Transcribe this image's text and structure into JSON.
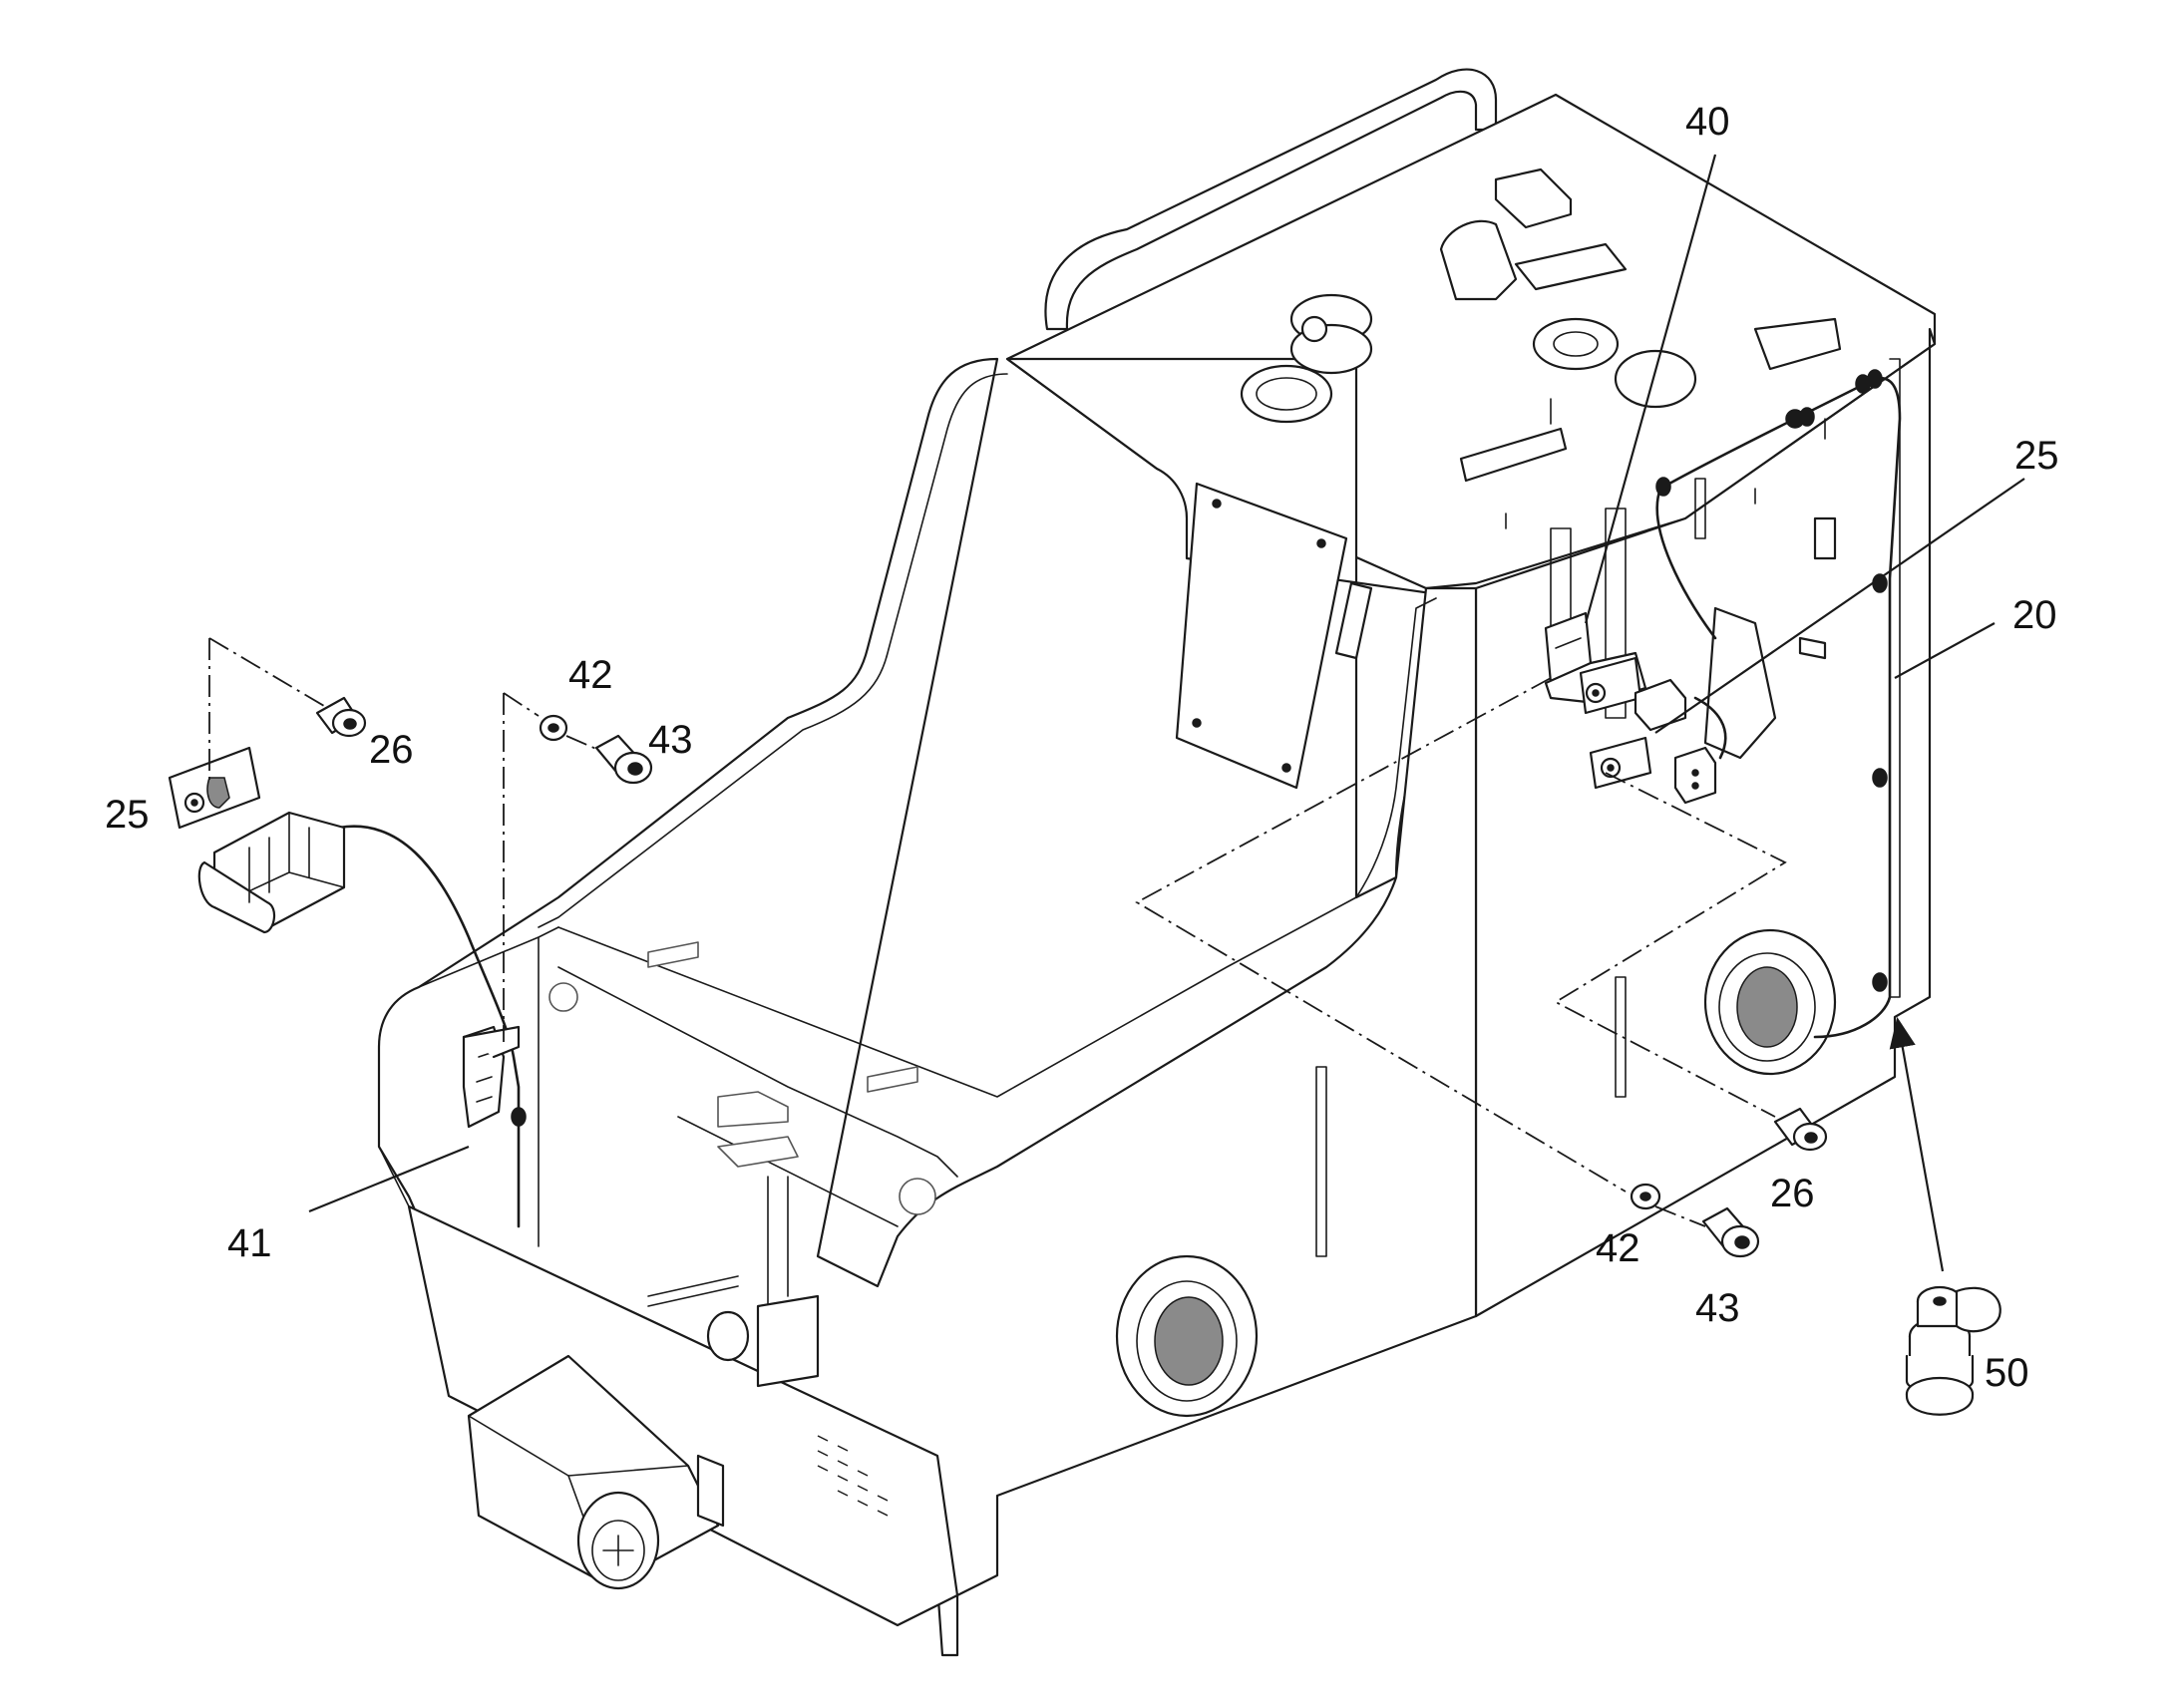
{
  "diagram": {
    "type": "exploded parts diagram",
    "callouts": {
      "c40": "40",
      "c25_right": "25",
      "c20": "20",
      "c42_left": "42",
      "c43_left": "43",
      "c26_left": "26",
      "c25_left": "25",
      "c41": "41",
      "c26_right": "26",
      "c42_right": "42",
      "c43_right": "43",
      "c50": "50"
    }
  }
}
